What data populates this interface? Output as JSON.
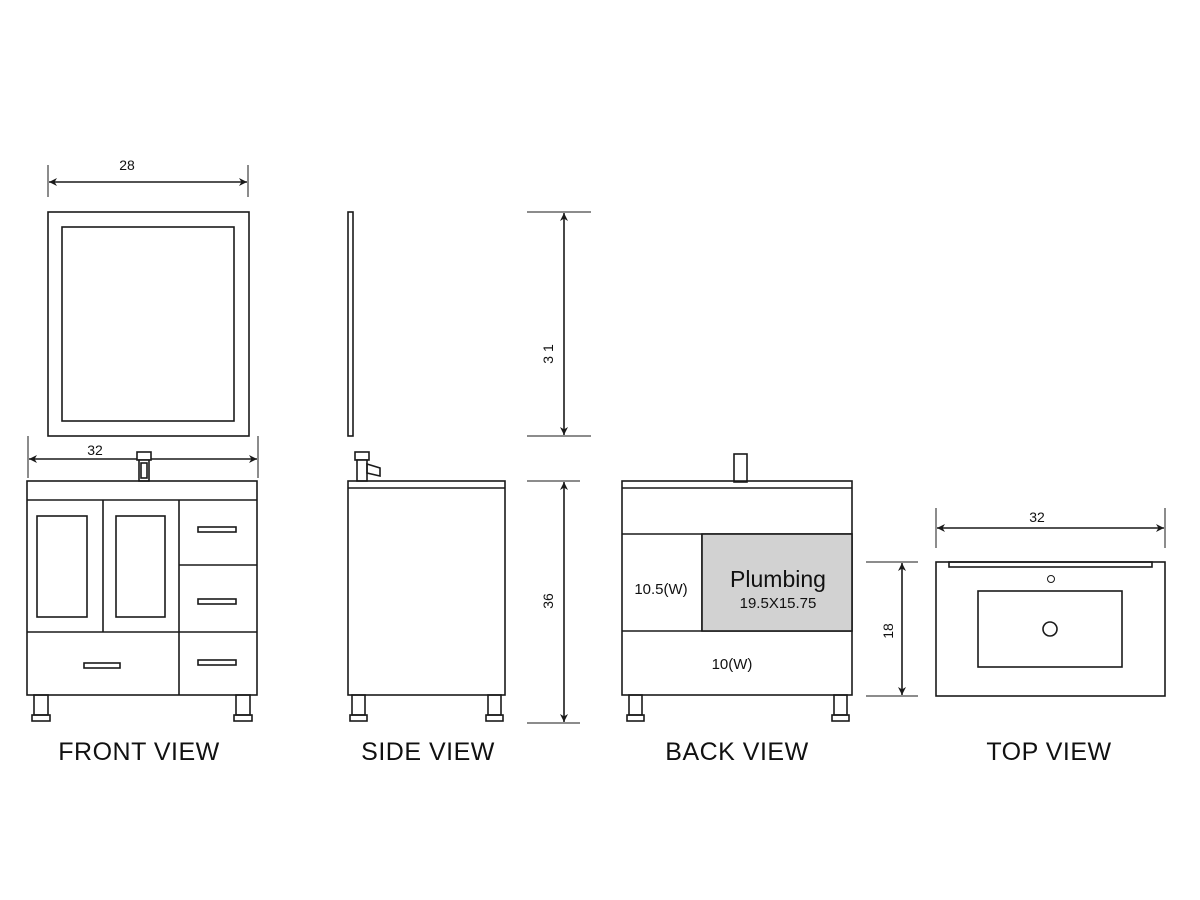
{
  "dimensions": {
    "mirror_width": "28",
    "vanity_width_front": "32",
    "mirror_height": "3 1",
    "vanity_height": "36",
    "top_width": "32",
    "top_depth": "18"
  },
  "back_view": {
    "left_opening": "10.5(W)",
    "plumbing_title": "Plumbing",
    "plumbing_size": "19.5X15.75",
    "bottom_opening": "10(W)"
  },
  "views": {
    "front": "FRONT VIEW",
    "side": "SIDE VIEW",
    "back": "BACK VIEW",
    "top": "TOP VIEW"
  },
  "colors": {
    "line": "#1a1a1a",
    "plumbing_fill": "#d2d2d2"
  }
}
